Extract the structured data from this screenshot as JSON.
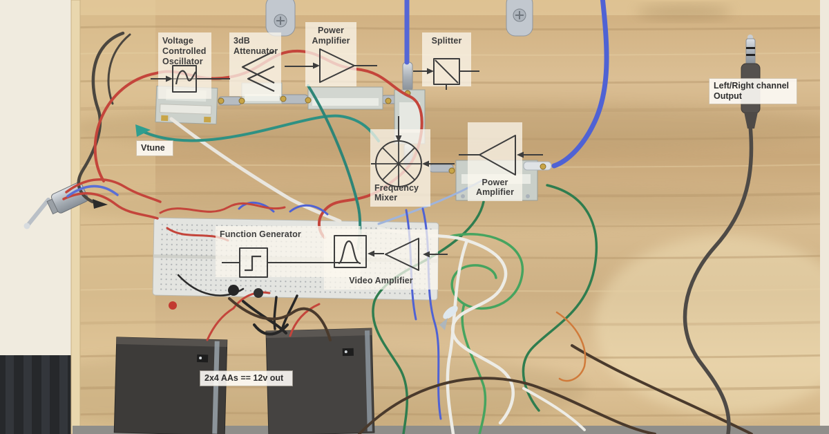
{
  "colors": {
    "plywood": "#d6b88b",
    "wall": "#f0ebdf",
    "floor": "#26282b",
    "label_background": "rgba(251,247,238,0.74)",
    "label_text": "#3d3d3d",
    "diagram_line": "#3d3d3d",
    "wire_red": "#c4453b",
    "wire_blue": "#4f62d4",
    "wire_teal": "#2f9183",
    "wire_green": "#3a8d55",
    "wire_white": "#edece6",
    "wire_dark": "#4a3f35",
    "cable_gray": "#4e4a46",
    "metal": "#c2c8cf"
  },
  "annotations": {
    "blocks": [
      {
        "id": "vco",
        "label": "Voltage Controlled Oscillator",
        "icon": "sine-wave-icon"
      },
      {
        "id": "attenuator",
        "label": "3dB Attenuator",
        "icon": "attenuator-icon"
      },
      {
        "id": "power-amplifier-top",
        "label": "Power Amplifier",
        "icon": "amplifier-right-icon"
      },
      {
        "id": "splitter",
        "label": "Splitter",
        "icon": "splitter-icon"
      },
      {
        "id": "frequency-mixer",
        "label": "Frequency Mixer",
        "icon": "mixer-icon"
      },
      {
        "id": "power-amplifier-right",
        "label": "Power Amplifier",
        "icon": "amplifier-left-icon"
      },
      {
        "id": "function-generator",
        "label": "Function Generator",
        "icon": "step-wave-icon"
      },
      {
        "id": "video-amplifier",
        "label": "Video Amplifier",
        "icon": "pulse-wave-icon"
      }
    ],
    "tags": [
      {
        "id": "vtune",
        "label": "Vtune"
      },
      {
        "id": "lr-output",
        "label": "Left/Right channel Output"
      },
      {
        "id": "battery",
        "label": "2x4 AAs == 12v out"
      }
    ]
  }
}
